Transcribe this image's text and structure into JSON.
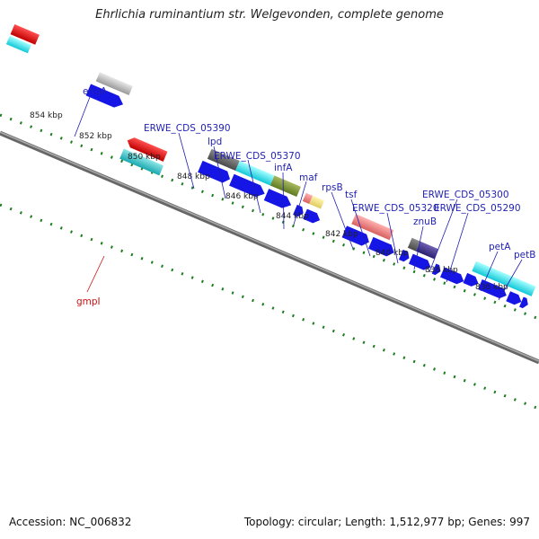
{
  "title": "Ehrlichia ruminantium str. Welgevonden, complete genome",
  "footer": {
    "accession": "Accession: NC_006832",
    "summary": "Topology: circular; Length: 1,512,977 bp; Genes: 997"
  },
  "colors": {
    "backbone": "#808080",
    "tick": "#1b7d1b",
    "gene_label": "#1f1fb4",
    "rna_label": "#cc1111",
    "cds_arrow": "#1515e6"
  },
  "kbp_ticks": [
    "854 kbp",
    "852 kbp",
    "850 kbp",
    "848 kbp",
    "846 kbp",
    "844 kbp",
    "842 kbp",
    "840 kbp",
    "838 kbp",
    "836 kbp"
  ],
  "gene_labels": [
    "engA",
    "ERWE_CDS_05390",
    "lpd",
    "ERWE_CDS_05370",
    "infA",
    "maf",
    "rpsB",
    "tsf",
    "ERWE_CDS_05320",
    "znuB",
    "ERWE_CDS_05300",
    "ERWE_CDS_05290",
    "petA",
    "petB"
  ],
  "rna_labels": [
    "gmpI"
  ]
}
